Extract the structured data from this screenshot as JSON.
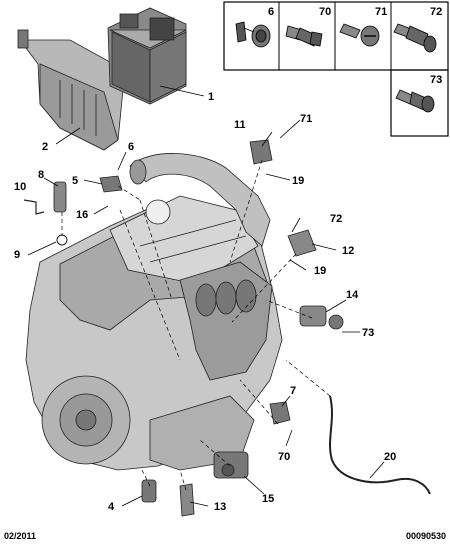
{
  "fasteners": [
    {
      "label": "6",
      "icon": "flanged-screw-icon"
    },
    {
      "label": "70",
      "icon": "hex-bolt-icon"
    },
    {
      "label": "71",
      "icon": "round-head-screw-icon"
    },
    {
      "label": "72",
      "icon": "flanged-bolt-icon"
    },
    {
      "label": "73",
      "icon": "hex-flange-bolt-icon"
    }
  ],
  "callouts": {
    "c1": "1",
    "c2": "2",
    "c4": "4",
    "c5": "5",
    "c6": "6",
    "c7": "7",
    "c8": "8",
    "c9": "9",
    "c10": "10",
    "c11": "11",
    "c12": "12",
    "c13": "13",
    "c14": "14",
    "c15": "15",
    "c16": "16",
    "c19a": "19",
    "c19b": "19",
    "c20": "20",
    "c70": "70",
    "c71": "71",
    "c72": "72",
    "c73": "73"
  },
  "footer": {
    "date": "02/2011",
    "reference": "00090530"
  }
}
